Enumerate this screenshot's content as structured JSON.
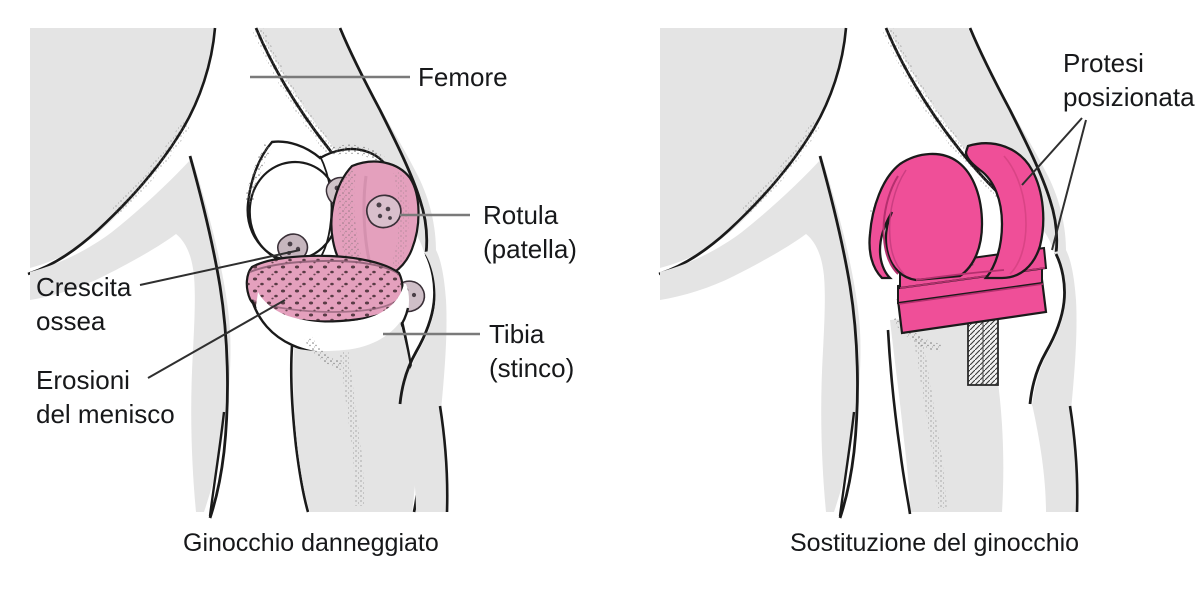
{
  "figure": {
    "type": "medical-illustration",
    "subject": "knee-joint-comparison",
    "language": "it"
  },
  "colors": {
    "background": "#ffffff",
    "leg_fill": "#e4e4e4",
    "bone_fill": "#ffffff",
    "outline": "#1a1a1a",
    "soft_pink": "#e4a0bd",
    "soft_pink_dark": "#c87fa0",
    "prosthesis_pink": "#ef4f98",
    "prosthesis_pink_dark": "#d23a80",
    "leader_line": "#7a7a7a",
    "leader_line_dark": "#2a2a2a",
    "text": "#17181a",
    "stipple": "#4a4a4a"
  },
  "panels": [
    {
      "id": "damaged-knee",
      "caption": "Ginocchio danneggiato",
      "labels": [
        {
          "id": "femore",
          "text": "Femore",
          "lines": [
            "Femore"
          ],
          "leader": "horizontal"
        },
        {
          "id": "rotula",
          "text": "Rotula (patella)",
          "lines": [
            "Rotula",
            "(patella)"
          ],
          "leader": "horizontal"
        },
        {
          "id": "tibia",
          "text": "Tibia (stinco)",
          "lines": [
            "Tibia",
            "(stinco)"
          ],
          "leader": "horizontal"
        },
        {
          "id": "crescita",
          "text": "Crescita ossea",
          "lines": [
            "Crescita",
            "ossea"
          ],
          "leader": "diagonal"
        },
        {
          "id": "erosioni",
          "text": "Erosioni del menisco",
          "lines": [
            "Erosioni",
            "del menisco"
          ],
          "leader": "diagonal"
        }
      ]
    },
    {
      "id": "knee-replacement",
      "caption": "Sostituzione del ginocchio",
      "labels": [
        {
          "id": "protesi",
          "text": "Protesi posizionata",
          "lines": [
            "Protesi",
            "posizionata"
          ],
          "leader": "double-diagonal"
        }
      ]
    }
  ],
  "text": {
    "femore": "Femore",
    "rotula_l1": "Rotula",
    "rotula_l2": "(patella)",
    "tibia_l1": "Tibia",
    "tibia_l2": "(stinco)",
    "crescita_l1": "Crescita",
    "crescita_l2": "ossea",
    "erosioni_l1": "Erosioni",
    "erosioni_l2": "del menisco",
    "protesi_l1": "Protesi",
    "protesi_l2": "posizionata",
    "caption_left": "Ginocchio danneggiato",
    "caption_right": "Sostituzione del ginocchio"
  }
}
